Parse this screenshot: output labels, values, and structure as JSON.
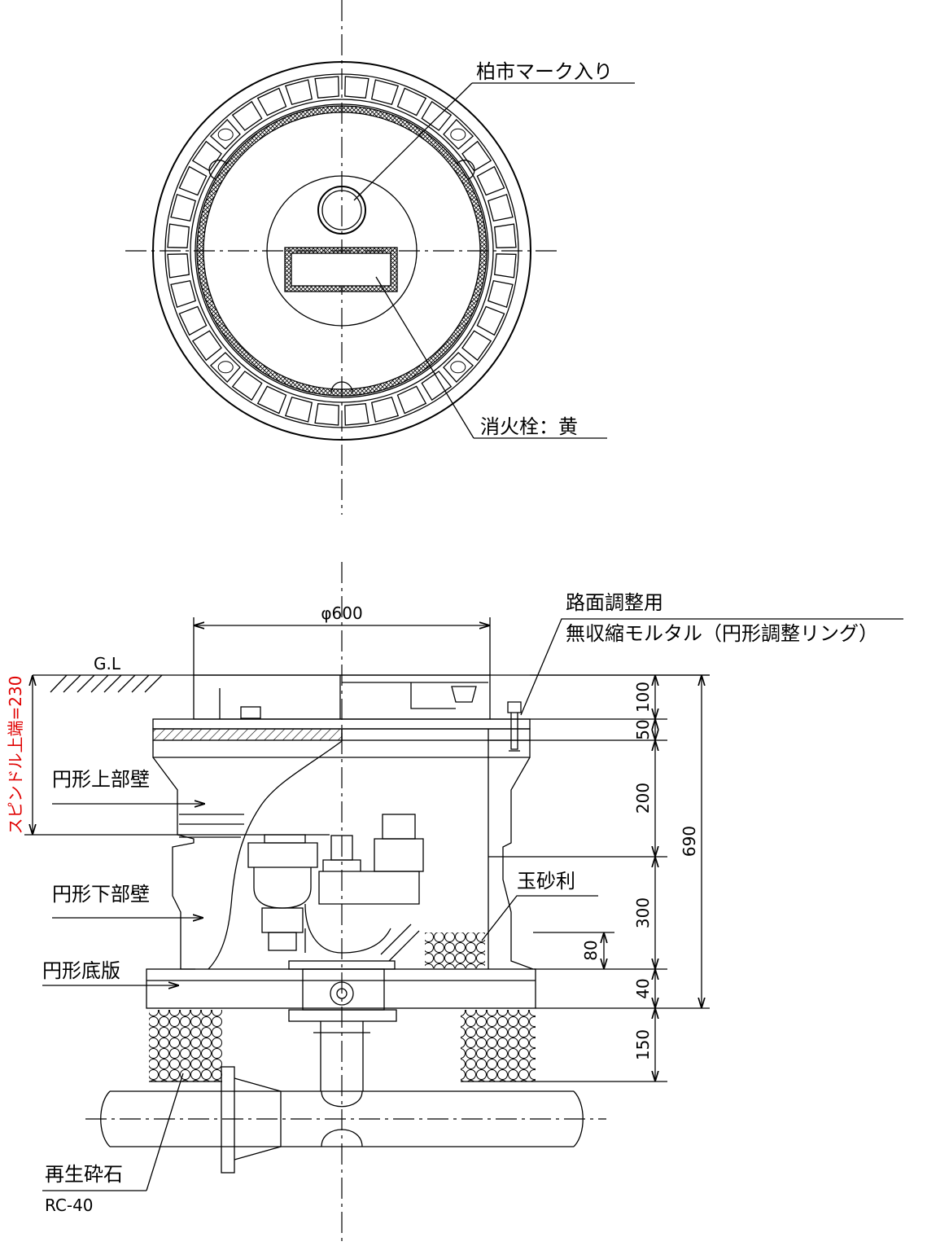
{
  "plan_view": {
    "mark_label": "柏市マーク入り",
    "plate_label": "消火栓：黄"
  },
  "section_view": {
    "diameter_label": "φ600",
    "road_adjust_label_1": "路面調整用",
    "road_adjust_label_2": "無収縮モルタル（円形調整リング）",
    "gl_label": "G.L",
    "spindle_label": "スピンドル上端=230",
    "upper_wall_label": "円形上部壁",
    "lower_wall_label": "円形下部壁",
    "base_slab_label": "円形底版",
    "gravel_label": "玉砂利",
    "crushed_stone_label": "再生砕石",
    "crushed_stone_spec": "RC-40",
    "dimensions": {
      "d100": "100",
      "d50": "50",
      "d200": "200",
      "d300": "300",
      "d80": "80",
      "d40": "40",
      "d150": "150",
      "d690": "690"
    }
  },
  "colors": {
    "line": "#000000",
    "spindle_text": "#e00000",
    "background": "#ffffff"
  }
}
